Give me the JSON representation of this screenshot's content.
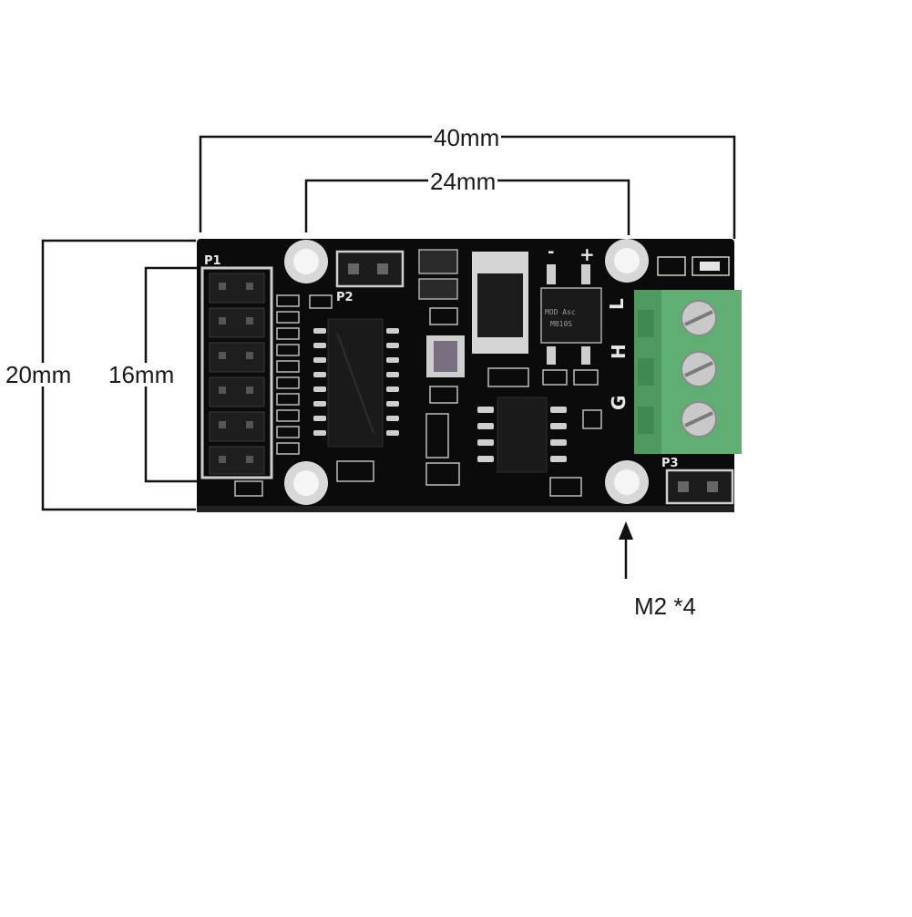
{
  "dimensions": {
    "overall_width": "40mm",
    "hole_spacing": "24mm",
    "overall_height": "20mm",
    "header_height": "16mm"
  },
  "annotation": {
    "mount_holes": "M2 *4"
  },
  "silkscreen": {
    "header_p1": "P1",
    "header_p2": "P2",
    "header_p3": "P3",
    "bridge_minus": "-",
    "bridge_plus": "+",
    "bridge_part": "MOD Asc",
    "bridge_model": "MB10S",
    "terminal_l": "L",
    "terminal_h": "H",
    "terminal_g": "G"
  },
  "colors": {
    "pcb": "#0b0b0b",
    "terminal_block": "#5fae72",
    "dimension_line": "#111111",
    "pad": "#d9d9d9"
  }
}
